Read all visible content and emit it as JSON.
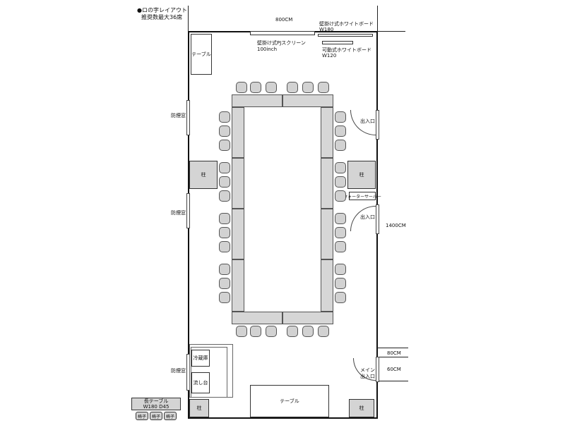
{
  "title": {
    "line1": "●ロの字レイアウト",
    "line2": "推奨数最大36席"
  },
  "dimensions": {
    "top_width": "800CM",
    "right_height": "1400CM",
    "right_small_1": "80CM",
    "right_small_2": "60CM"
  },
  "screen": {
    "label": "壁掛け式PJスクリーン",
    "size": "100inch"
  },
  "whiteboards": {
    "wall": {
      "label": "壁掛け式ホワイトボード",
      "size": "W180"
    },
    "movable": {
      "label": "可動式ホワイトボード",
      "size": "W120"
    }
  },
  "furniture": {
    "table_top_left": "テーブル",
    "table_bottom": "テーブル",
    "fridge": "冷蔵庫",
    "sink": "流し台",
    "water_server": "ウォーターサーバー"
  },
  "pillars": {
    "left": "柱",
    "right": "柱",
    "bottom_left": "柱",
    "bottom_right": "柱"
  },
  "windows": {
    "label": "防煙窓"
  },
  "doors": {
    "entrance": "出入口",
    "main_line1": "メイン",
    "main_line2": "出入口"
  },
  "legend": {
    "long_table": "長テーブル",
    "long_table_size": "W180 D45",
    "chair": "椅子"
  }
}
